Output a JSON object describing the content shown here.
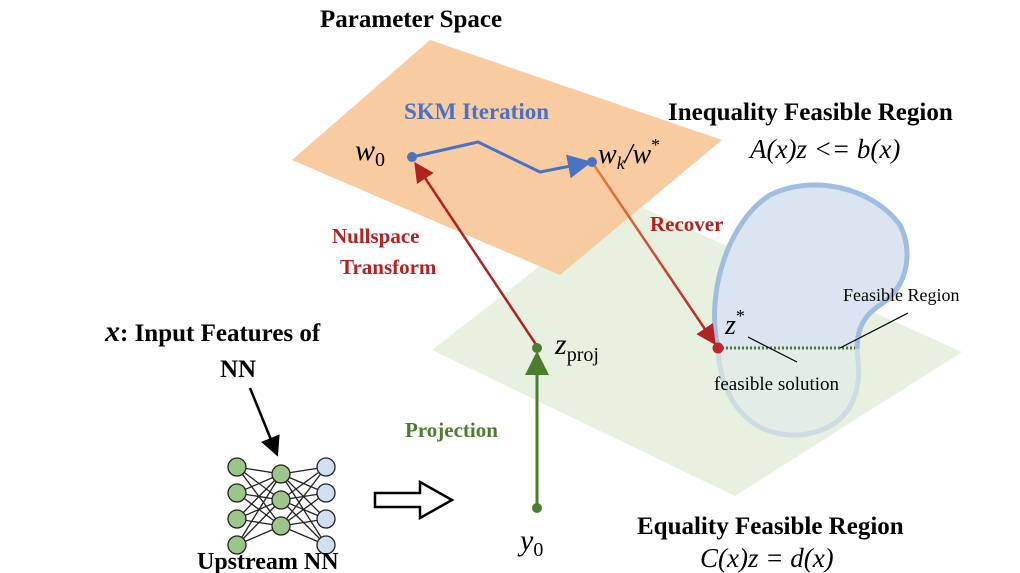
{
  "title": "Parameter Space",
  "skm_label": "SKM Iteration",
  "w0": "w",
  "w0_sub": "0",
  "wk": "w",
  "wk_sub": "k",
  "wk_rest": "/w",
  "wk_star": "*",
  "ineq_title": "Inequality Feasible Region",
  "ineq_eq": "A(x)z <= b(x)",
  "nullspace_1": "Nullspace",
  "nullspace_2": "Transform",
  "recover": "Recover",
  "feasible_region": "Feasible Region",
  "z_star": "z",
  "z_star_sup": "*",
  "feasible_solution": "feasible solution",
  "z_proj": "z",
  "z_proj_sub": "proj",
  "input_x": "x",
  "input_label_1": ": Input Features of",
  "input_label_2": "NN",
  "projection": "Projection",
  "y0": "y",
  "y0_sub": "0",
  "upstream": "Upstream NN",
  "eq_title": "Equality Feasible Region",
  "eq_eq": "C(x)z = d(x)",
  "colors": {
    "orange_plane": "#f8c89c",
    "green_plane": "#e6f0dc",
    "blue_stroke": "#9fbde0",
    "blue_fill": "#dbe5f2",
    "red": "#b22222",
    "green": "#4a7d2c",
    "blue_text": "#4a72c4",
    "node_green": "#9cc58a",
    "node_blue": "#cfe0f2"
  }
}
